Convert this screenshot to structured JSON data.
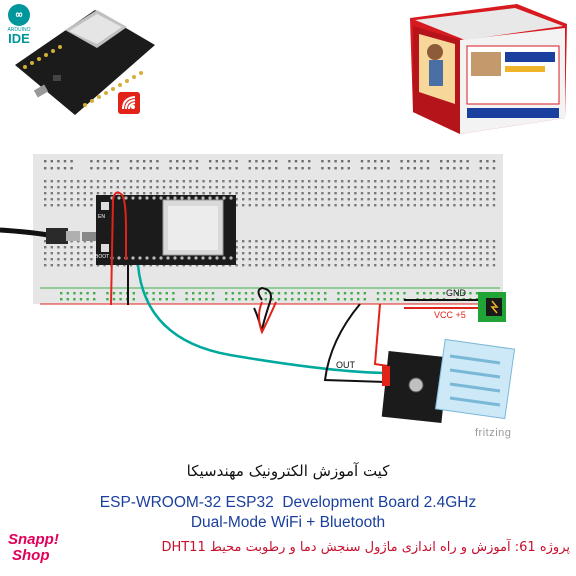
{
  "header": {
    "arduino_logo": {
      "circle_text": "∞",
      "small_text": "ARDUINO",
      "ide_text": "IDE"
    },
    "espressif_logo": {
      "icon": "espressif-icon",
      "color": "#e2231a"
    }
  },
  "diagram": {
    "gnd_label": "GND",
    "vcc_label": "VCC +5",
    "out_label": "OUT",
    "en_label": "EN",
    "boot_label": "BOOT",
    "watermark": "fritzing"
  },
  "texts": {
    "title_fa": "کیت آموزش الکترونیک مهندسیکا",
    "title_en_line1": "ESP-WROOM-32 ESP32  Development Board 2.4GHz",
    "title_en_line2": "Dual-Mode WiFi + Bluetooth",
    "project_line": "پروژه 61: آموزش و راه اندازی ماژول سنجش دما و رطوبت محیط DHT11"
  },
  "brand": {
    "top": "Snapp!",
    "bottom": "Shop",
    "color": "#e1005a"
  },
  "colors": {
    "wire_red": "#e2231a",
    "wire_green": "#00a99d",
    "wire_black": "#111111",
    "title_blue": "#1a3f9e",
    "project_red": "#c8102e"
  }
}
